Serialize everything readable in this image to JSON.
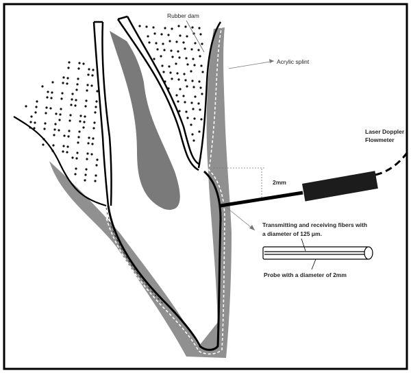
{
  "diagram": {
    "labels": {
      "rubber_dam": "Rubber dam",
      "acrylic_splint": "Acrylic splint",
      "laser_doppler_line1": "Laser Doppler",
      "laser_doppler_line2": "Flowmeter",
      "distance": "2mm",
      "fibers_line1": "Transmitting and receiving fibers with",
      "fibers_line2": "a diameter of 125 μm.",
      "probe": "Probe with a diameter of 2mm"
    },
    "colors": {
      "line": "#000000",
      "splint_shadow": "#8a8a8a",
      "pulp": "#7a7a7a",
      "bone_dots": "#111111",
      "background": "#ffffff"
    }
  }
}
